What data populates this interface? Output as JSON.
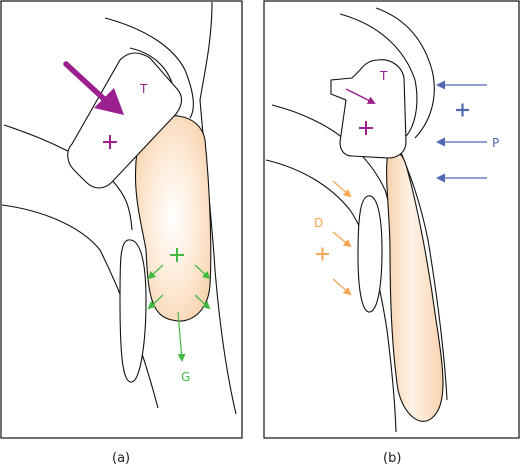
{
  "panels": [
    {
      "caption": "(a)",
      "labels": {
        "tooth": "T",
        "gravity": "G"
      }
    },
    {
      "caption": "(b)",
      "labels": {
        "tooth": "T",
        "dentist": "D",
        "pressure": "P"
      }
    }
  ],
  "colors": {
    "outline": "#111111",
    "purple": "#9a1f8f",
    "green": "#45b843",
    "blue": "#4f67b0",
    "orange": "#f2a552",
    "fill_center": "#ffffff",
    "fill_edge": "#fad9b8"
  }
}
